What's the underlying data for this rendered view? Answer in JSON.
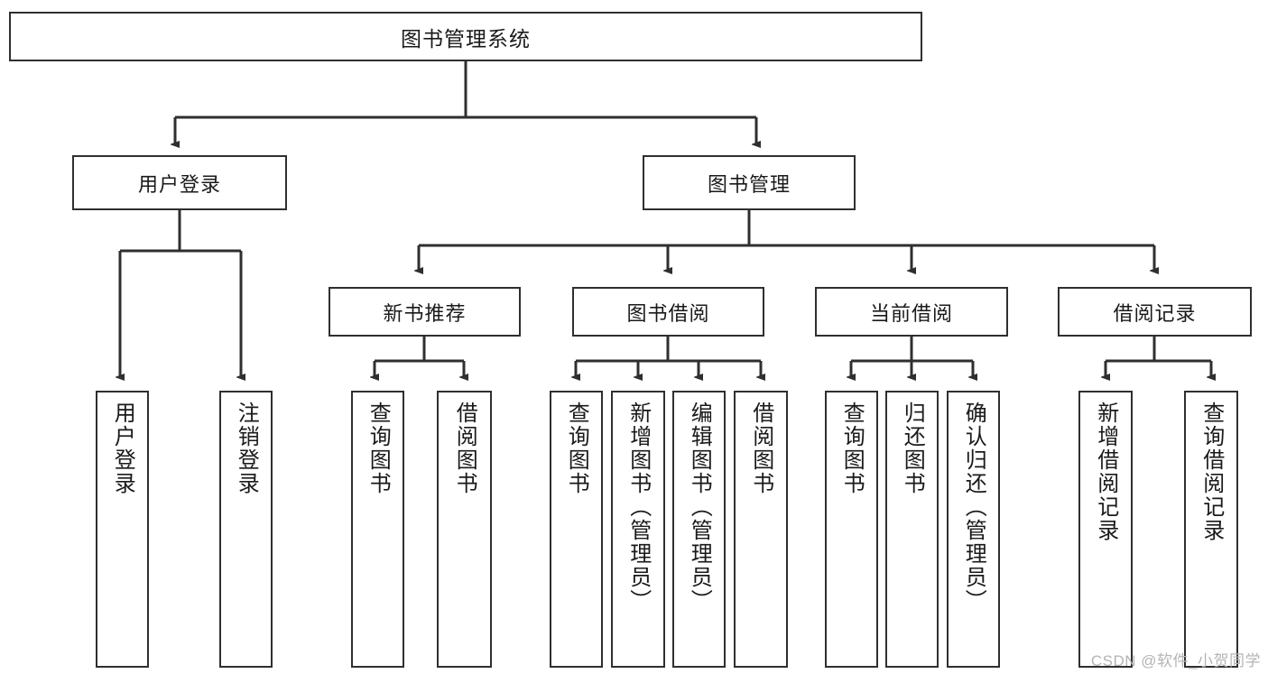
{
  "diagram": {
    "title": "图书管理系统",
    "watermark": "CSDN @软件_小贺同学",
    "colors": {
      "box_stroke": "#2f2f2f",
      "edge_stroke": "#2f2f2f",
      "background": "#ffffff",
      "text": "#1a1a1a",
      "watermark": "#b4b4b4"
    },
    "root": {
      "label": "图书管理系统"
    },
    "level1": [
      {
        "label": "用户登录"
      },
      {
        "label": "图书管理"
      }
    ],
    "level2": [
      {
        "label": "新书推荐"
      },
      {
        "label": "图书借阅"
      },
      {
        "label": "当前借阅"
      },
      {
        "label": "借阅记录"
      }
    ],
    "leaves_user_login": [
      {
        "label": "用户登录"
      },
      {
        "label": "注销登录"
      }
    ],
    "leaves_new_book": [
      {
        "label": "查询图书"
      },
      {
        "label": "借阅图书"
      }
    ],
    "leaves_borrow": [
      {
        "label": "查询图书"
      },
      {
        "label": "新增图书（管理员）"
      },
      {
        "label": "编辑图书（管理员）"
      },
      {
        "label": "借阅图书"
      }
    ],
    "leaves_current": [
      {
        "label": "查询图书"
      },
      {
        "label": "归还图书"
      },
      {
        "label": "确认归还（管理员）"
      }
    ],
    "leaves_record": [
      {
        "label": "新增借阅记录"
      },
      {
        "label": "查询借阅记录"
      }
    ]
  }
}
